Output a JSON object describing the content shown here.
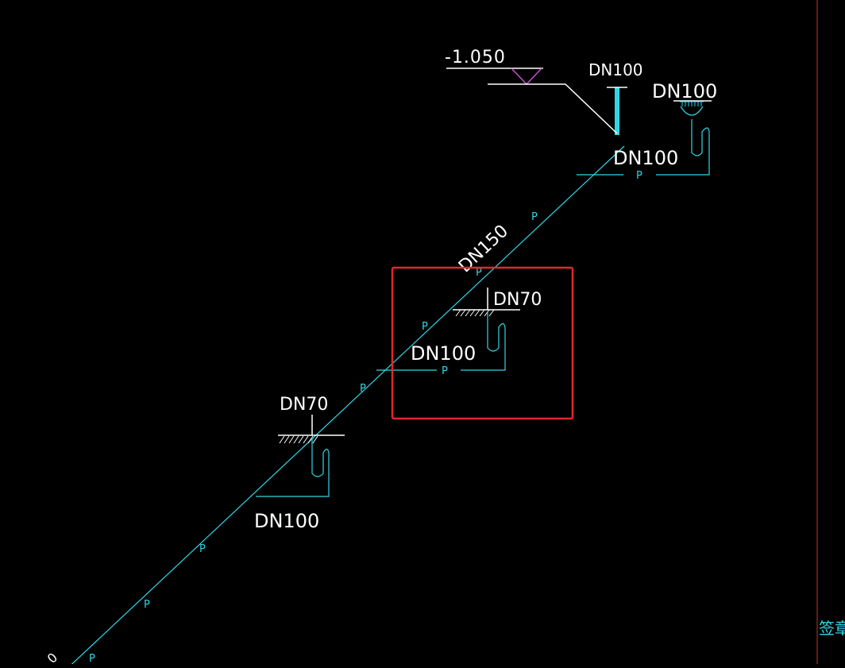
{
  "drawing": {
    "elevation": {
      "text": "-1.050"
    },
    "labels": {
      "dn100_riser": "DN100",
      "dn100_top_right": "DN100",
      "dn100_branch_top": "DN100",
      "dn150_main": "DN150",
      "dn70_mid": "DN70",
      "dn100_mid": "DN100",
      "dn70_low": "DN70",
      "dn100_low": "DN100",
      "cut_bottom_left": "0"
    },
    "pipe_code": "P",
    "stamp_label": "签章"
  },
  "colors": {
    "background": "#000000",
    "pipe": "#2fd7e6",
    "text": "#ffffff",
    "elevation_mark": "#c44fd3",
    "highlight_box": "#e3262b",
    "border_line": "#d32a2a"
  }
}
